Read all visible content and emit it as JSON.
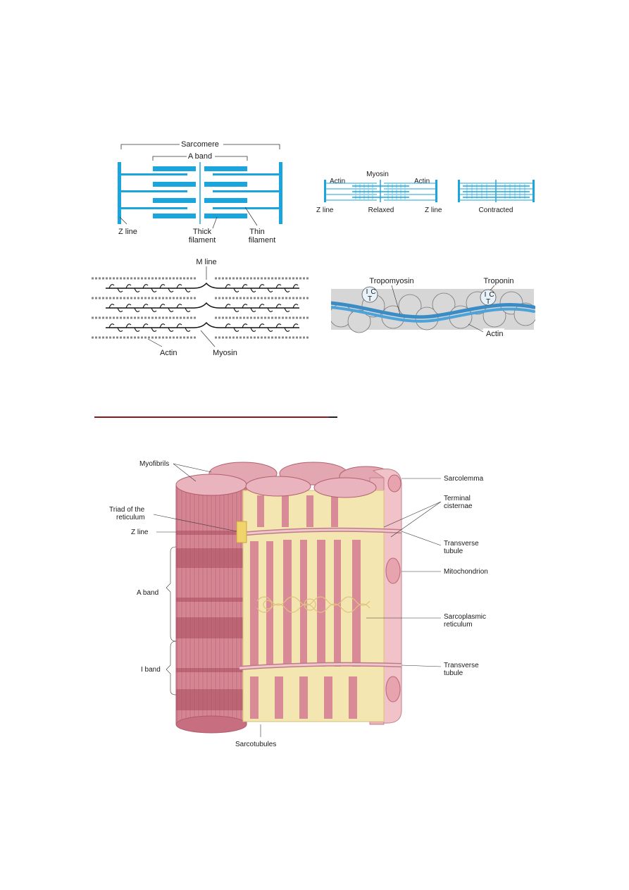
{
  "sarcomere_panel": {
    "sarcomere": "Sarcomere",
    "a_band": "A band",
    "z_line": "Z line",
    "thick_filament_1": "Thick",
    "thick_filament_2": "filament",
    "thin_filament_1": "Thin",
    "thin_filament_2": "filament"
  },
  "contraction_panel": {
    "actin_left": "Actin",
    "myosin": "Myosin",
    "actin_right": "Actin",
    "z_line_left": "Z line",
    "relaxed": "Relaxed",
    "z_line_right": "Z line",
    "contracted": "Contracted"
  },
  "filament_panel": {
    "m_line": "M line",
    "actin": "Actin",
    "myosin": "Myosin"
  },
  "thin_filament_panel": {
    "tropomyosin": "Tropomyosin",
    "troponin": "Troponin",
    "actin": "Actin",
    "troponin_subunit_1": "I",
    "troponin_subunit_2": "C",
    "troponin_subunit_3": "T"
  },
  "muscle_fiber_panel": {
    "myofibrils": "Myofibrils",
    "triad_1": "Triad of the",
    "triad_2": "reticulum",
    "z_line": "Z line",
    "a_band": "A band",
    "i_band": "I band",
    "sarcotubules": "Sarcotubules",
    "sarcolemma": "Sarcolemma",
    "terminal_cisternae_1": "Terminal",
    "terminal_cisternae_2": "cisternae",
    "transverse_tubule_1a": "Transverse",
    "transverse_tubule_1b": "tubule",
    "mitochondrion": "Mitochondrion",
    "sarcoplasmic_reticulum_1": "Sarcoplasmic",
    "sarcoplasmic_reticulum_2": "reticulum",
    "transverse_tubule_2a": "Transverse",
    "transverse_tubule_2b": "tubule"
  },
  "colors": {
    "filament_blue": "#1aa6dc",
    "section_rule": "#8b1a1a",
    "muscle_pink": "#d98a97",
    "reticulum_cream": "#f4e6b0"
  }
}
